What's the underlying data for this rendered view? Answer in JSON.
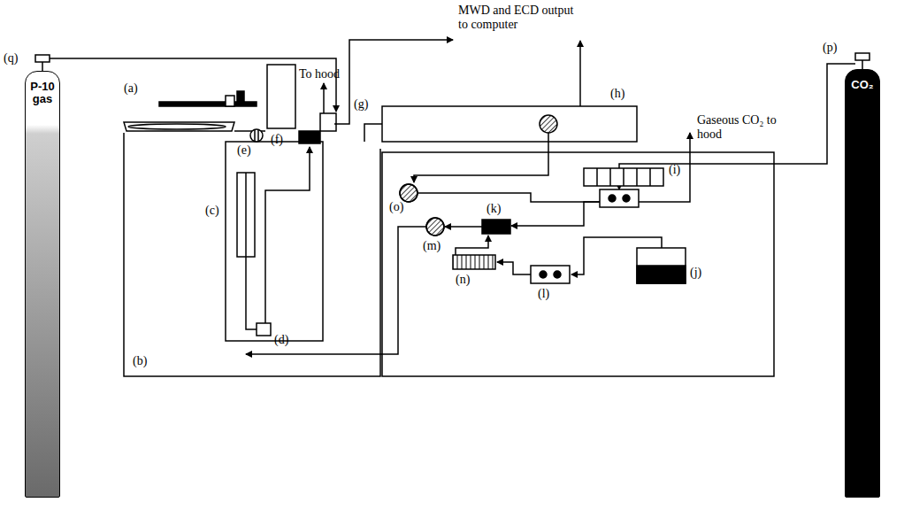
{
  "diagram": {
    "nodes": [
      {
        "text": [
          "P-10 gas"
        ]
      },
      {
        "text": [
          "CO₂"
        ]
      }
    ],
    "labels": [
      "(q)",
      "(a)",
      "(f)",
      "To hood",
      "MWD and ECD output to computer",
      "(g)",
      "(h)",
      "Gaseous CO₂ to hood",
      "(p)",
      "(e)",
      "(o)",
      "(i)",
      "(c)",
      "(k)",
      "(m)",
      "(d)",
      "(n)",
      "(l)",
      "(j)",
      "(b)"
    ]
  }
}
